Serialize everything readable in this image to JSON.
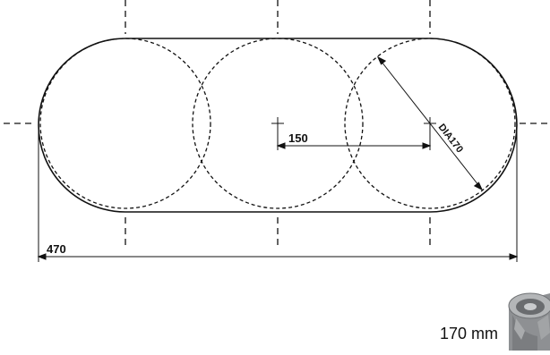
{
  "dimensions": {
    "center_spacing": "150",
    "overall_length": "470",
    "diameter": "DIA170"
  },
  "tool": {
    "caption": "170 mm",
    "icon": "hole-saw-icon"
  },
  "colors": {
    "line": "#111111",
    "tool_metal": "#9a9c9e"
  }
}
